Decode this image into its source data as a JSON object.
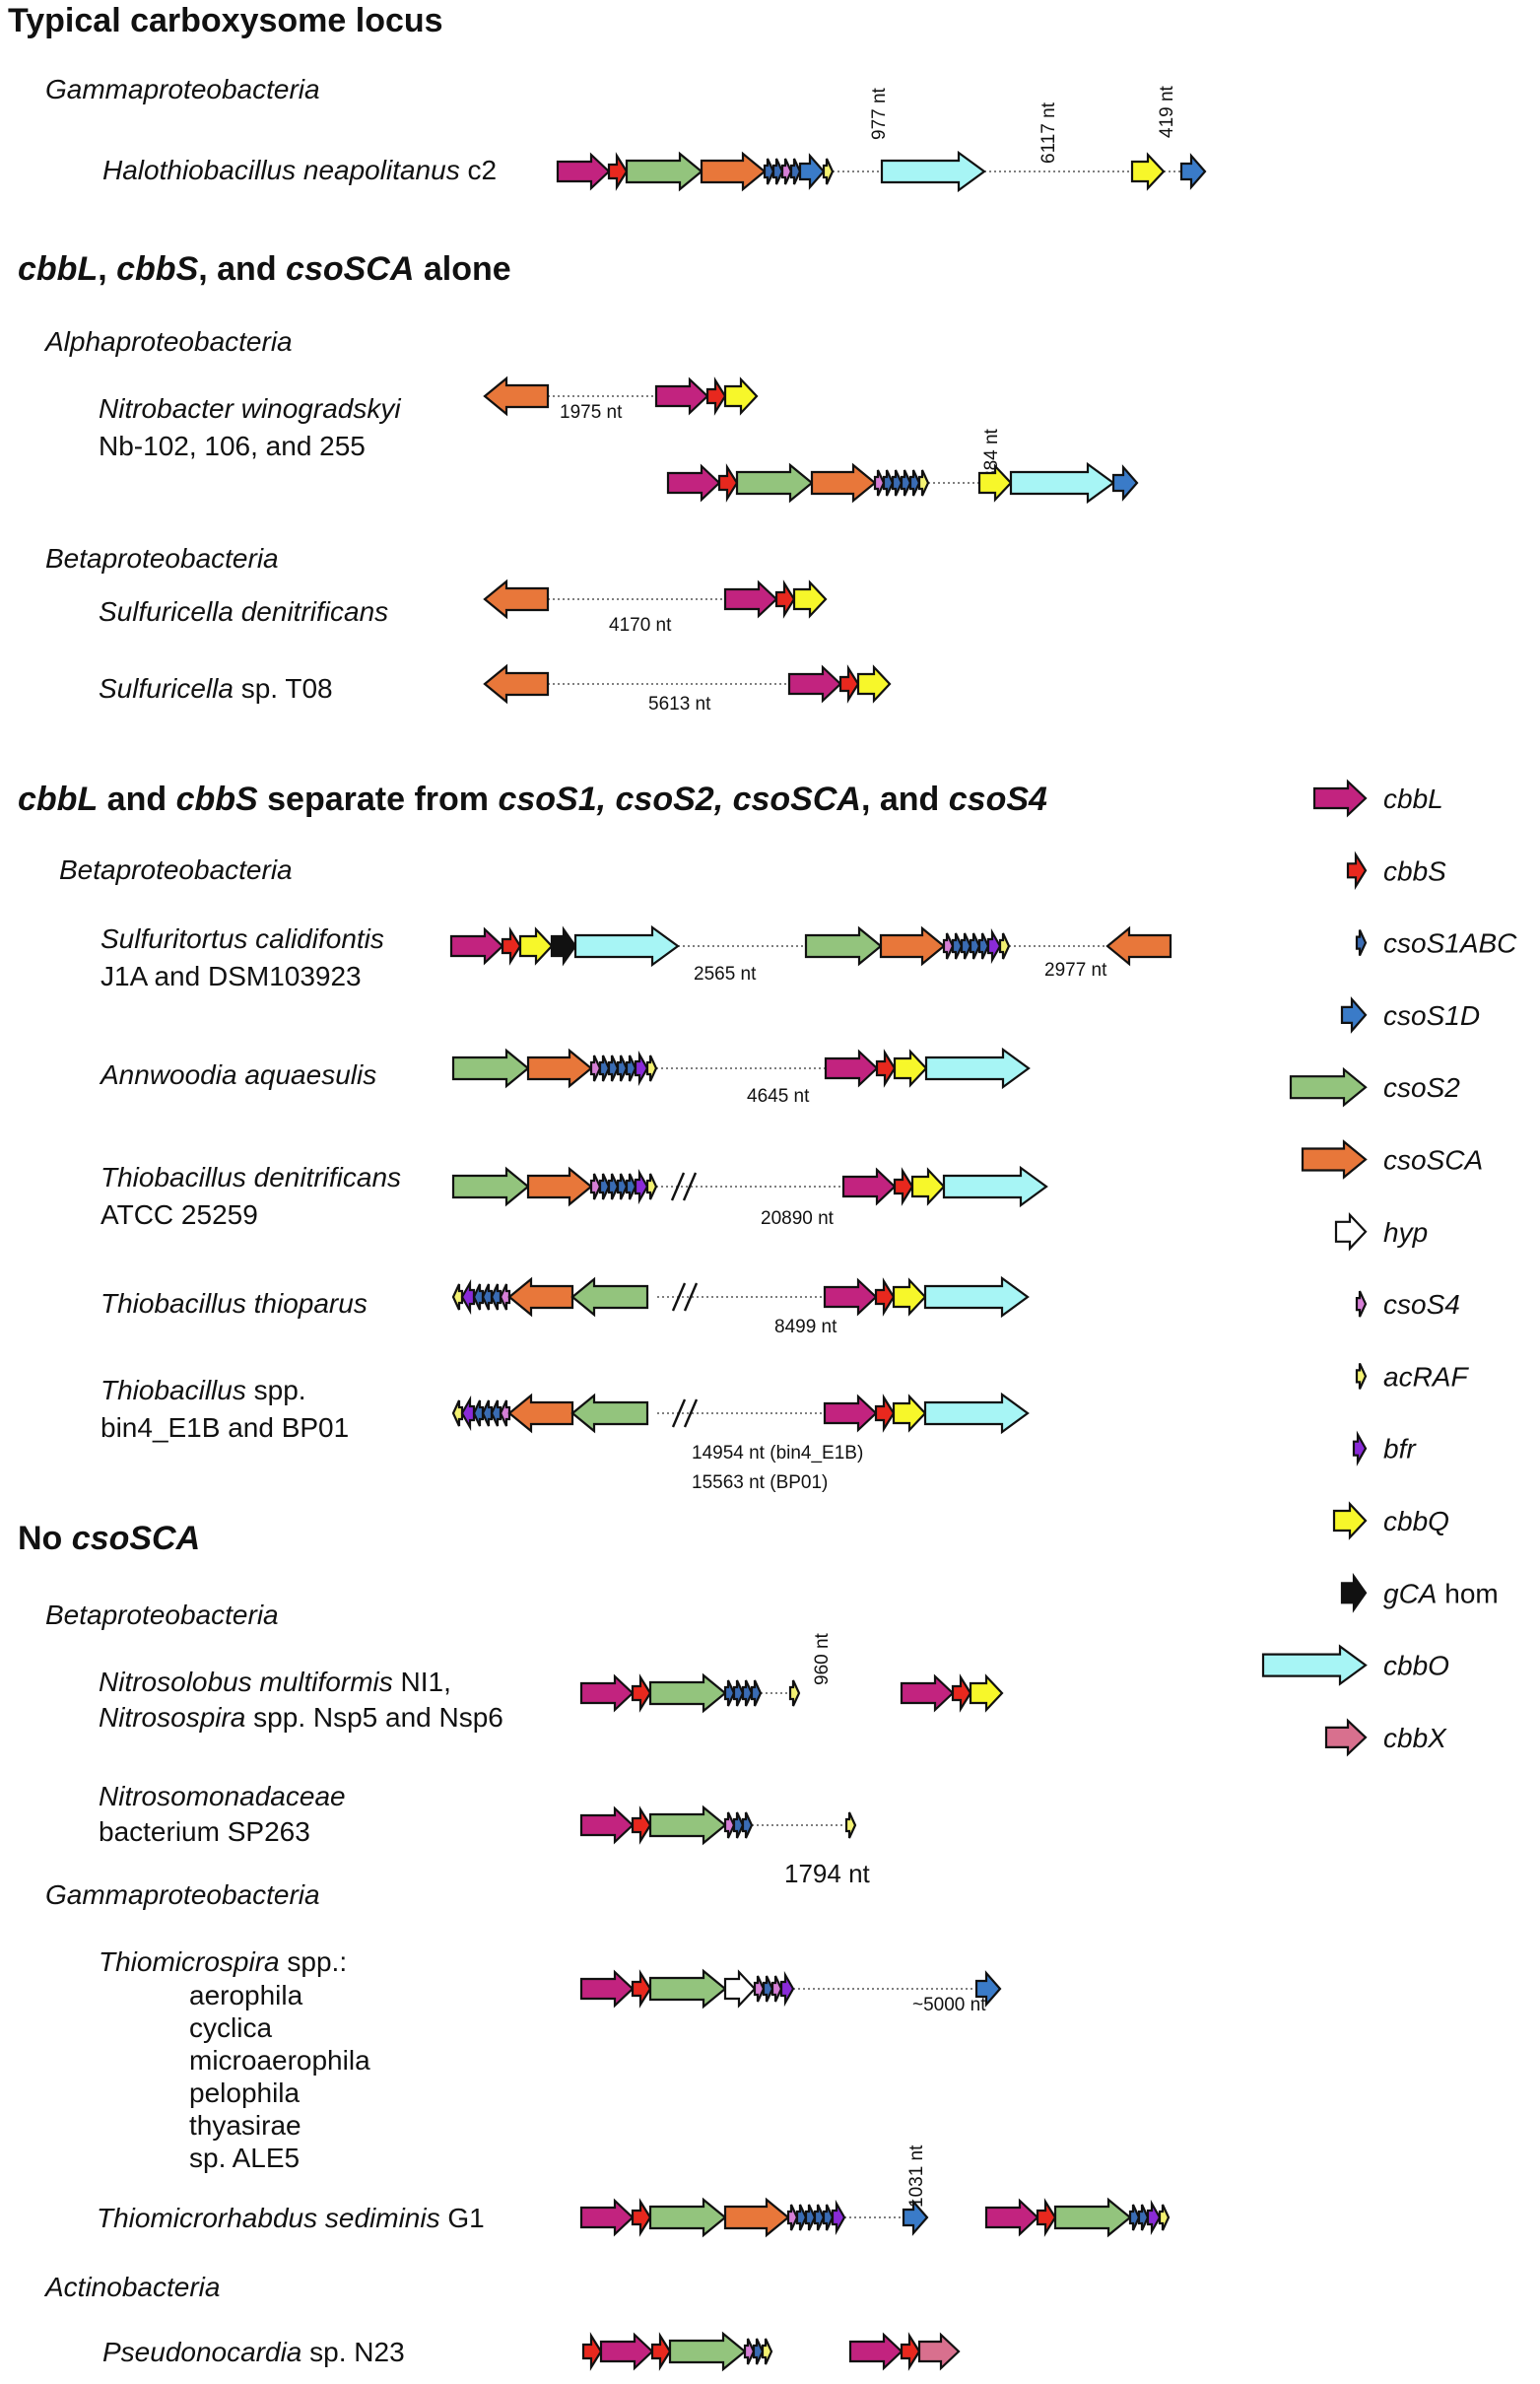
{
  "colors": {
    "cbbL": "#c2237f",
    "cbbS": "#e8281e",
    "csoS1ABC": "#3a6cb4",
    "csoS1D": "#3a7bc8",
    "csoS2": "#93c47d",
    "csoSCA": "#e8773a",
    "hyp": "#ffffff",
    "csoS4": "#d67fd6",
    "acRAF": "#f4f272",
    "bfr": "#8a2bd8",
    "cbbQ": "#f7f72a",
    "gCA": "#111111",
    "cbbO": "#a7f5f5",
    "cbbX": "#d8708e"
  },
  "sections": {
    "s1": {
      "title": "Typical carboxysome locus"
    },
    "s2": {
      "title_parts": [
        "cbbL",
        ", ",
        "cbbS",
        ", and ",
        "csoSCA",
        " alone"
      ]
    },
    "s3": {
      "title_parts": [
        "cbbL",
        " and ",
        "cbbS",
        " separate from ",
        "csoS1, csoS2, csoSCA",
        ", and ",
        "csoS4"
      ]
    },
    "s4": {
      "title_parts": [
        "No ",
        "csoSCA"
      ]
    }
  },
  "taxa": {
    "gamma1": "Gammaproteobacteria",
    "alpha": "Alphaproteobacteria",
    "beta1": "Betaproteobacteria",
    "beta2": "Betaproteobacteria",
    "beta3": "Betaproteobacteria",
    "gamma2": "Gammaproteobacteria",
    "actino": "Actinobacteria"
  },
  "organisms": {
    "halo": {
      "italic": "Halothiobacillus neapolitanus",
      "plain": " c2"
    },
    "nitrobacter": {
      "line1": "Nitrobacter winogradskyi",
      "line2": "Nb-102, 106, and 255"
    },
    "sulfuricella_den": {
      "italic": "Sulfuricella denitrificans"
    },
    "sulfuricella_t08": {
      "italic": "Sulfuricella",
      "plain": " sp. T08"
    },
    "sulfuritortus": {
      "line1": "Sulfuritortus calidifontis",
      "line2": "J1A and DSM103923"
    },
    "annwoodia": {
      "italic": "Annwoodia aquaesulis"
    },
    "thio_den": {
      "line1": "Thiobacillus denitrificans",
      "line2": "ATCC 25259"
    },
    "thio_thio": {
      "italic": "Thiobacillus thioparus"
    },
    "thio_spp": {
      "italic": "Thiobacillus",
      "plain": " spp.",
      "line2": "bin4_E1B and BP01"
    },
    "nitrosolobus": {
      "l1_italic": "Nitrosolobus multiformis",
      "l1_plain": " NI1,",
      "l2_italic": "Nitrosospira",
      "l2_plain": " spp. Nsp5 and Nsp6"
    },
    "nitrosomonadaceae": {
      "line1": "Nitrosomonadaceae",
      "line2": "bacterium SP263"
    },
    "thiomicrospira": {
      "header_italic": "Thiomicrospira",
      "header_plain": " spp.:",
      "species": [
        "aerophila",
        "cyclica",
        "microaerophila",
        "pelophila",
        "thyasirae",
        "sp. ALE5"
      ]
    },
    "thiomicrorhabdus": {
      "italic": "Thiomicrorhabdus sediminis",
      "plain": " G1"
    },
    "pseudonocardia": {
      "italic": "Pseudonocardia",
      "plain": " sp. N23"
    }
  },
  "gap_labels": {
    "halo_1": "977 nt",
    "halo_2": "6117 nt",
    "halo_3": "419 nt",
    "nitrobacter_1": "1975 nt",
    "nitrobacter_2": "884 nt",
    "sulfuricella_den": "4170 nt",
    "sulfuricella_t08": "5613 nt",
    "sulfuritortus_1": "2565 nt",
    "sulfuritortus_2": "2977 nt",
    "annwoodia": "4645 nt",
    "thio_den": "20890 nt",
    "thio_thio": "8499 nt",
    "thio_spp_1": "14954 nt (bin4_E1B)",
    "thio_spp_2": "15563 nt (BP01)",
    "nitrosolobus": "960 nt",
    "nitrosomonadaceae": "1794 nt",
    "thiomicrospira": "~5000 nt",
    "thiomicrorhabdus": "1031 nt"
  },
  "legend": [
    {
      "key": "cbbL",
      "label": "cbbL"
    },
    {
      "key": "cbbS",
      "label": "cbbS"
    },
    {
      "key": "csoS1ABC",
      "label": "csoS1ABC"
    },
    {
      "key": "csoS1D",
      "label": "csoS1D"
    },
    {
      "key": "csoS2",
      "label": "csoS2"
    },
    {
      "key": "csoSCA",
      "label": "csoSCA"
    },
    {
      "key": "hyp",
      "label": "hyp"
    },
    {
      "key": "csoS4",
      "label": "csoS4"
    },
    {
      "key": "acRAF",
      "label": "acRAF"
    },
    {
      "key": "bfr",
      "label": "bfr"
    },
    {
      "key": "cbbQ",
      "label": "cbbQ"
    },
    {
      "key": "gCA",
      "label": "gCA",
      "plain": " hom"
    },
    {
      "key": "cbbO",
      "label": "cbbO"
    },
    {
      "key": "cbbX",
      "label": "cbbX"
    }
  ]
}
